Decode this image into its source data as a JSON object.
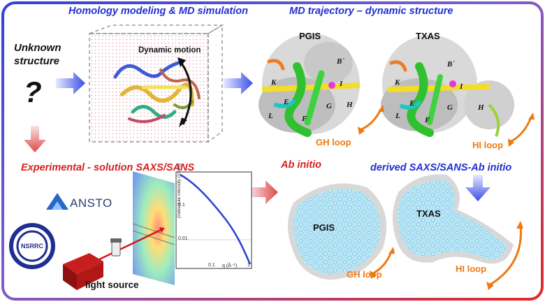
{
  "titles": {
    "homology": "Homology modeling & MD simulation",
    "trajectory": "MD trajectory – dynamic structure",
    "experimental": "Experimental - solution SAXS/SANS",
    "abinitio": "Ab initio",
    "derived": "derived SAXS/SANS-Ab initio"
  },
  "unknown": {
    "line1": "Unknown",
    "line2": "structure",
    "qmark": "?"
  },
  "dynamic_motion": "Dynamic motion",
  "proteins": {
    "pgis": "PGIS",
    "txas": "TXAS"
  },
  "loops": {
    "gh": "GH loop",
    "hi": "HI loop"
  },
  "helices": {
    "pgis": {
      "b": "B`",
      "k": "K",
      "i": "I",
      "e": "E",
      "l": "L",
      "f": "F",
      "g": "G",
      "h": "H"
    },
    "txas": {
      "b": "B`",
      "k": "K",
      "i": "I",
      "e": "E",
      "l": "L",
      "f": "F",
      "g": "G",
      "h": "H"
    }
  },
  "logos": {
    "ansto": "ANSTO",
    "nsrrc": "NSRRC"
  },
  "light_source": "light source",
  "plot": {
    "ylabel": "(I/absolute intensity (1/cm))",
    "xlabel": "q (Å⁻¹)",
    "ticks": {
      "t1": "0.1",
      "t01": "0.01",
      "x01": "0.1",
      "x1": "1"
    }
  },
  "colors": {
    "blue": "#1f2fd4",
    "red": "#d61f1f",
    "orange": "#ee7a12",
    "bead": "#a9dff2"
  }
}
